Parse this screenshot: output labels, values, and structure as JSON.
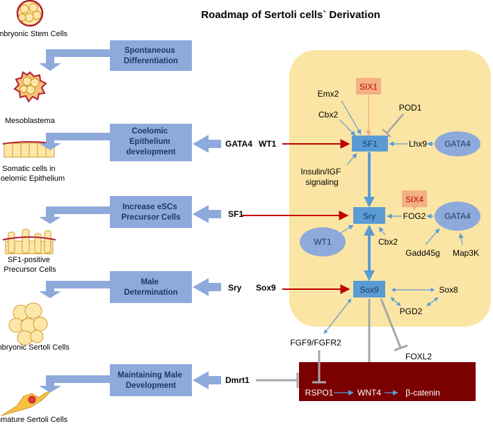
{
  "title": "Roadmap of Sertoli cells` Derivation",
  "cell_stages": [
    {
      "id": "esc",
      "label_lines": [
        "Embryonic Stem Cells"
      ]
    },
    {
      "id": "meso",
      "label_lines": [
        "Mesoblastema"
      ]
    },
    {
      "id": "somatic",
      "label_lines": [
        "Somatic cells in",
        "Coelomic Epithelium"
      ]
    },
    {
      "id": "sf1pos",
      "label_lines": [
        "SF1-positive",
        "Precursor Cells"
      ]
    },
    {
      "id": "esertoli",
      "label_lines": [
        "Embryonic Sertoli Cells"
      ]
    },
    {
      "id": "isertoli",
      "label_lines": [
        "Immature Sertoli Cells"
      ]
    }
  ],
  "process_steps": [
    {
      "label_lines": [
        "Spontaneous",
        "Differentiation"
      ],
      "factors": []
    },
    {
      "label_lines": [
        "Coelomic",
        "Epithelium",
        "development"
      ],
      "factors": [
        "GATA4",
        "WT1"
      ]
    },
    {
      "label_lines": [
        "Increase  eSCs",
        "Precursor Cells"
      ],
      "factors": [
        "SF1"
      ]
    },
    {
      "label_lines": [
        "Male",
        "Determination"
      ],
      "factors": [
        "Sry",
        "Sox9"
      ]
    },
    {
      "label_lines": [
        "Maintaining Male",
        "Development"
      ],
      "factors": [
        "Dmrt1"
      ]
    }
  ],
  "network": {
    "sf1": "SF1",
    "sry": "Sry",
    "sox9": "Sox9",
    "six1": "SIX1",
    "six4": "SIX4",
    "emx2": "Emx2",
    "cbx2_top": "Cbx2",
    "pod1": "POD1",
    "lhx9": "Lhx9",
    "gata4_top": "GATA4",
    "insulin_line1": "Insulin/IGF",
    "insulin_line2": "signaling",
    "fog2": "FOG2",
    "gata4_mid": "GATA4",
    "wt1": "WT1",
    "cbx2_mid": "Cbx2",
    "gadd45g": "Gadd45g",
    "map3k": "Map3K",
    "sox8": "Sox8",
    "pgd2": "PGD2",
    "fgf9": "FGF9/FGFR2",
    "foxl2": "FOXL2",
    "rspo1": "RSPO1",
    "wnt4": "WNT4",
    "bcatenin": "β-catenin"
  },
  "colors": {
    "panel": "#fbe5a4",
    "node": "#5b9bd5",
    "step_box": "#8eaadb",
    "six": "#f4b183",
    "ellipse": "#8eaadb",
    "red_arrow": "#c00000",
    "wnt_box": "#7b0000",
    "inhibit": "#a6a6a6",
    "blue_arrow": "#5b9bd5",
    "cell_fill": "#fde7a8",
    "cell_edge": "#d39a2c",
    "membrane": "#b01f2e"
  }
}
